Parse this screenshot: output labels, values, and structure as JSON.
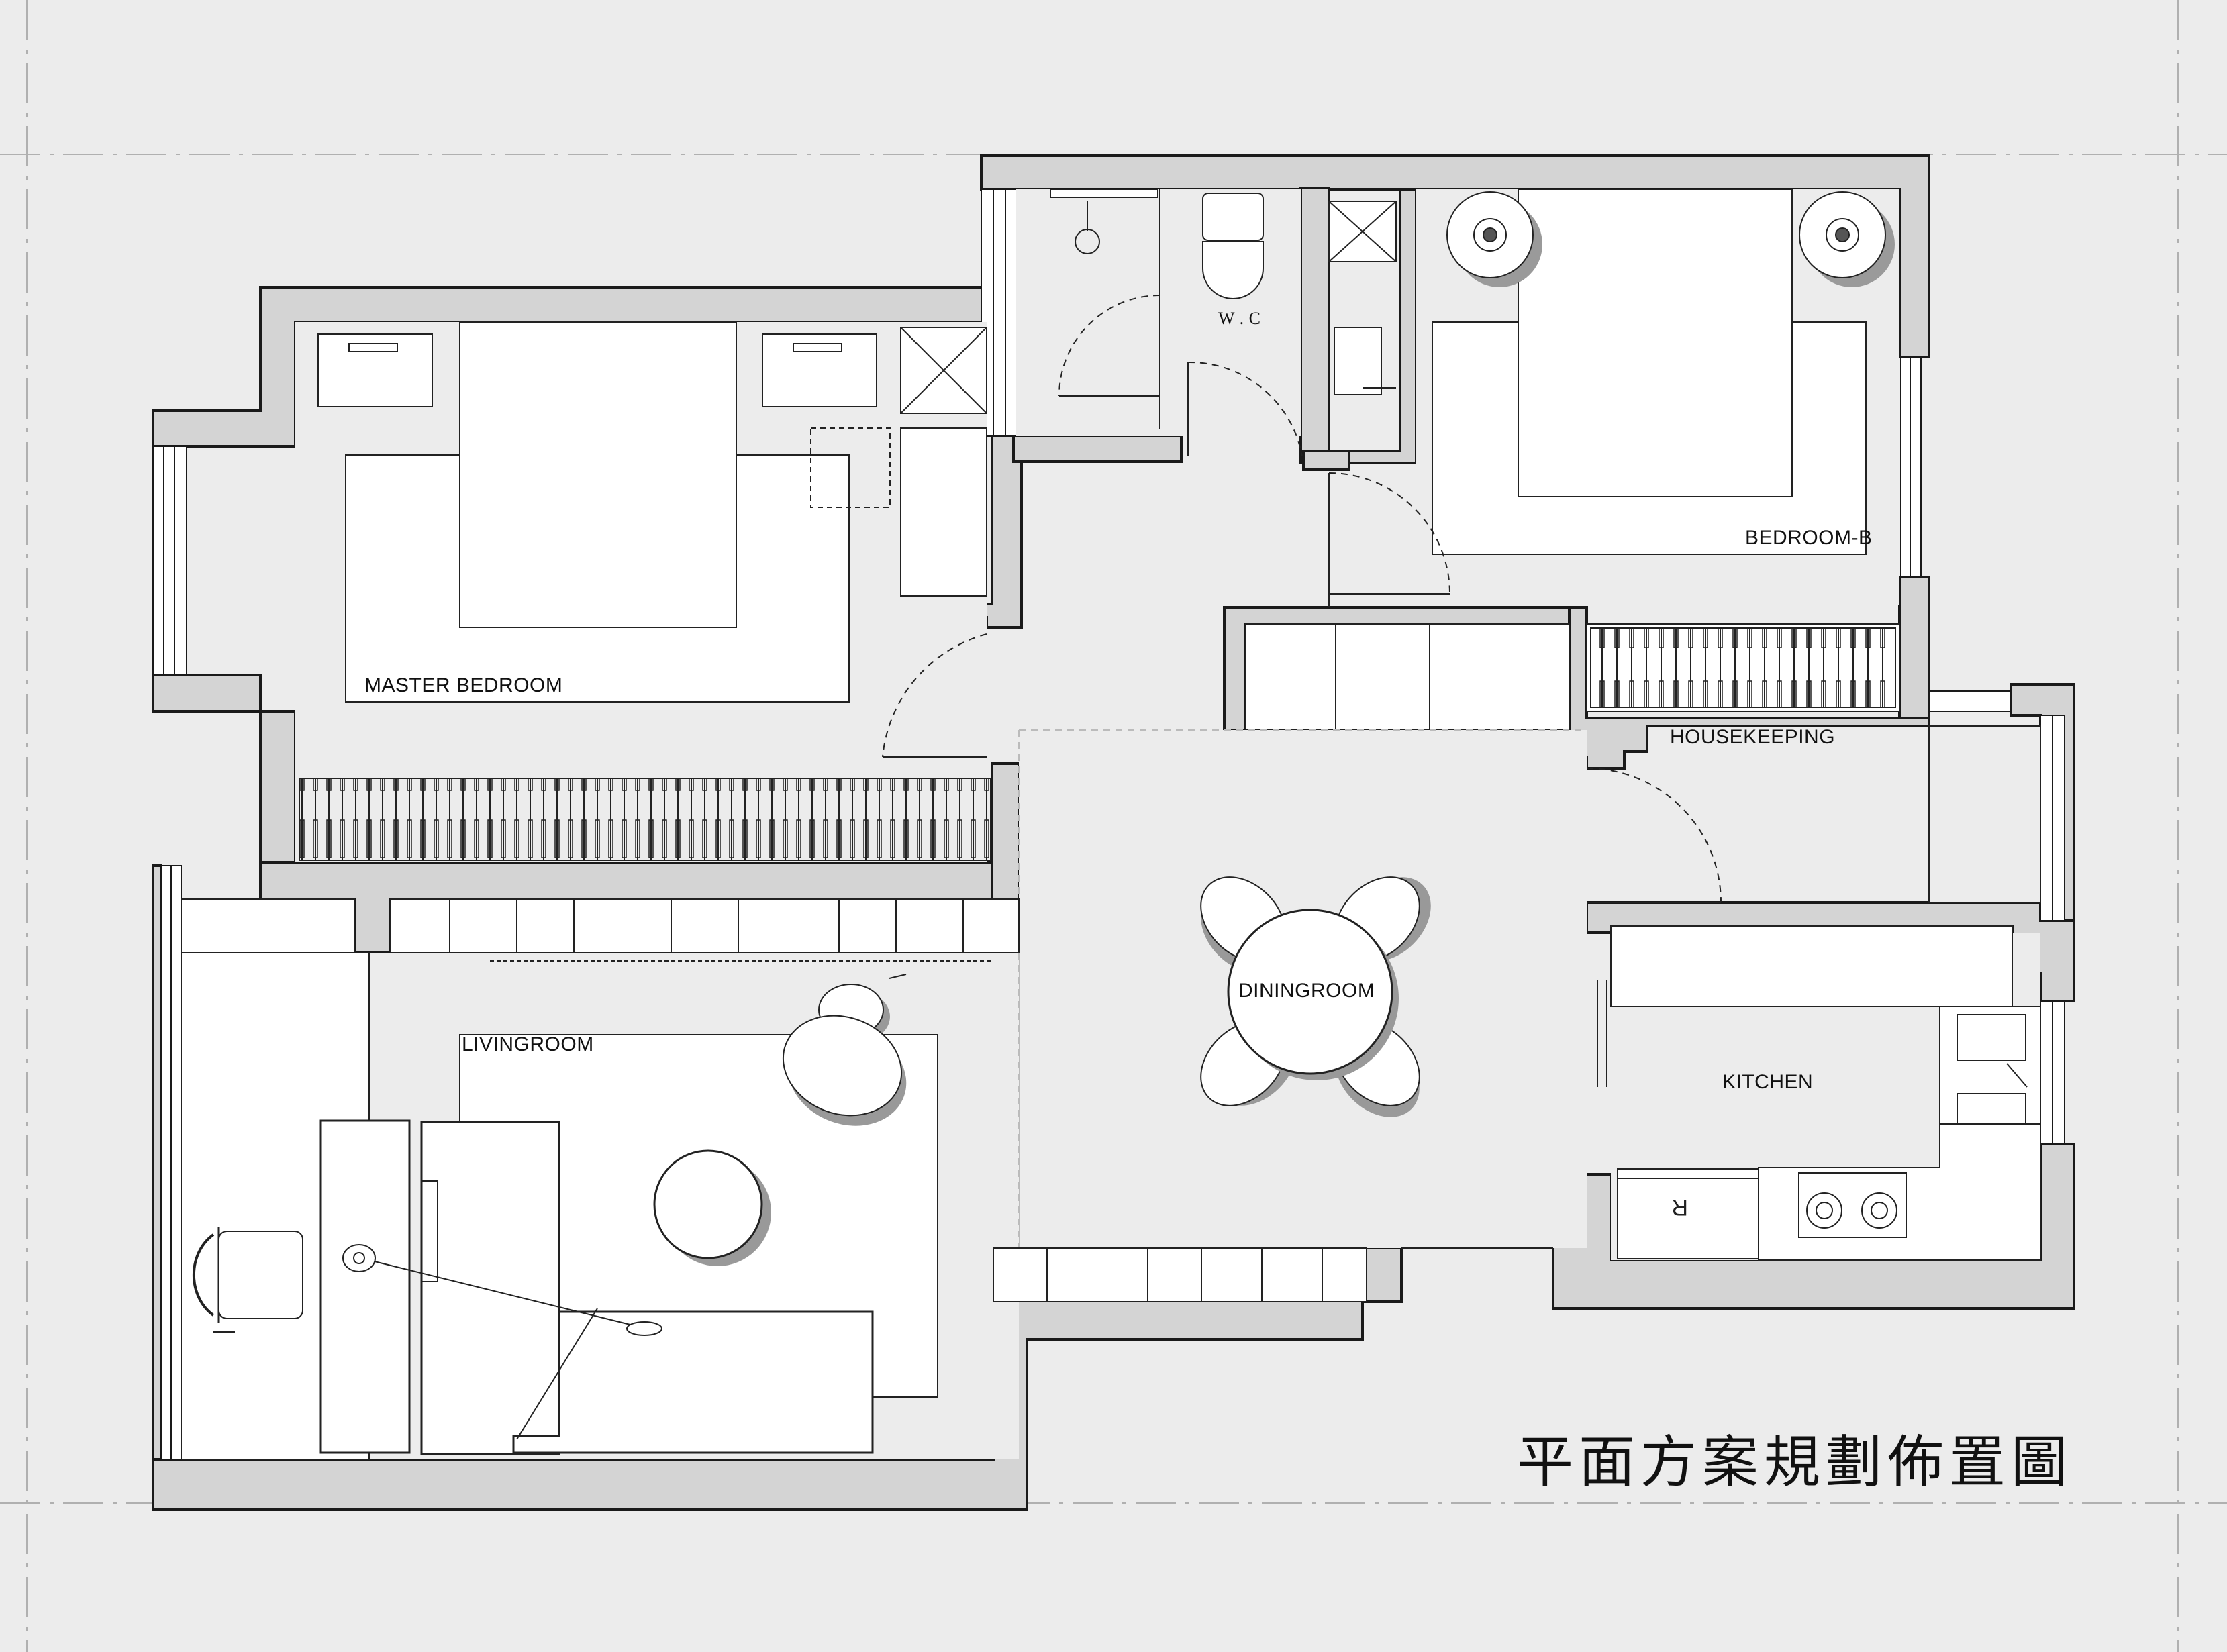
{
  "title": "平面方案規劃佈置圖",
  "rooms": {
    "master_bedroom": "MASTER BEDROOM",
    "bedroom_b": "BEDROOM-B",
    "wc": "W . C",
    "housekeeping": "HOUSEKEEPING",
    "diningroom": "DININGROOM",
    "livingroom": "LIVINGROOM",
    "kitchen": "KITCHEN"
  },
  "fridge_mark": "R",
  "colors": {
    "background": "#ececec",
    "wall": "#d4d4d4",
    "wall_outline": "#1a1a1a",
    "shadow": "#9a9a9a",
    "furniture": "#ffffff",
    "line": "#222222"
  }
}
